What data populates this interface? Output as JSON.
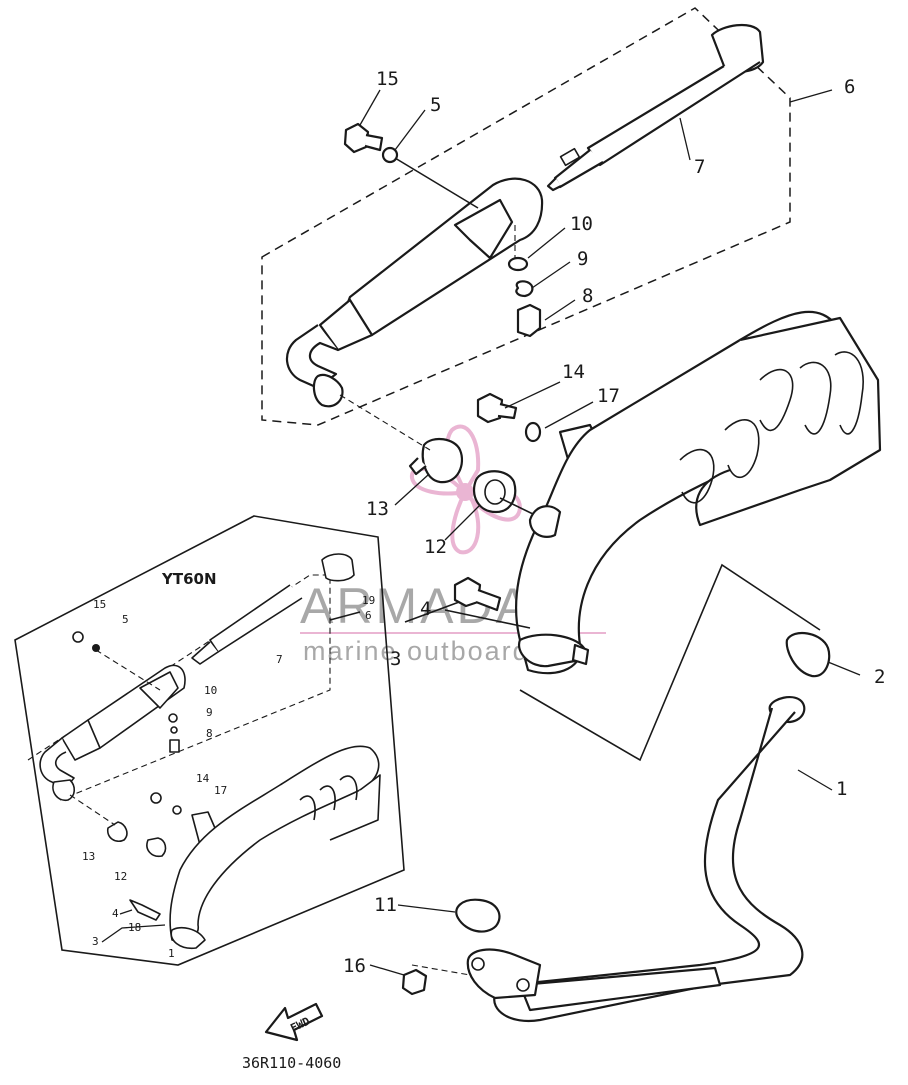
{
  "colors": {
    "line": "#1a1a1a",
    "watermark_pink": "#e7a9cc",
    "watermark_gray": "#9a9a9a"
  },
  "watermark": {
    "brand": "ARMADA",
    "tagline": "marine outboards"
  },
  "inset": {
    "title": "YT60N",
    "labels": [
      "15",
      "5",
      "10",
      "9",
      "8",
      "19",
      "6",
      "7",
      "14",
      "17",
      "13",
      "12",
      "4",
      "18",
      "3",
      "1"
    ]
  },
  "callouts": [
    "1",
    "2",
    "3",
    "4",
    "5",
    "6",
    "7",
    "8",
    "9",
    "10",
    "11",
    "12",
    "13",
    "14",
    "15",
    "16",
    "17"
  ],
  "fwd_label": "FWD",
  "drawing_code": "36R110-4060"
}
